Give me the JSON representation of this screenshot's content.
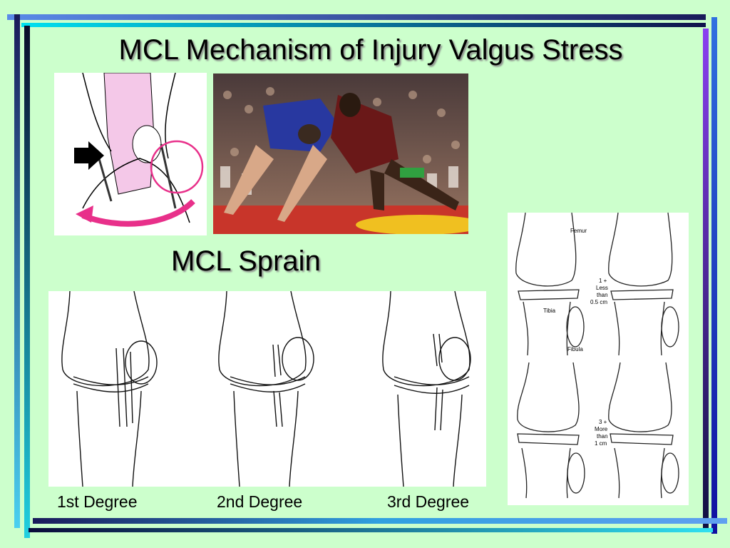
{
  "slide": {
    "title": "MCL Mechanism of Injury Valgus Stress",
    "subtitle": "MCL Sprain"
  },
  "degree_labels": [
    "1st Degree",
    "2nd Degree",
    "3rd Degree"
  ],
  "xray_labels": {
    "femur": "Femur",
    "tibia": "Tibia",
    "fibula": "Fibula",
    "grade1_a": "1 +",
    "grade1_b": "Less",
    "grade1_c": "than",
    "grade1_d": "0.5 cm",
    "grade3_a": "3 +",
    "grade3_b": "More",
    "grade3_c": "than",
    "grade3_d": "1 cm"
  },
  "colors": {
    "background": "#ccffcc",
    "accent_magenta": "#e8308a",
    "mat_red": "#c8352a",
    "mat_yellow": "#f0c020"
  }
}
